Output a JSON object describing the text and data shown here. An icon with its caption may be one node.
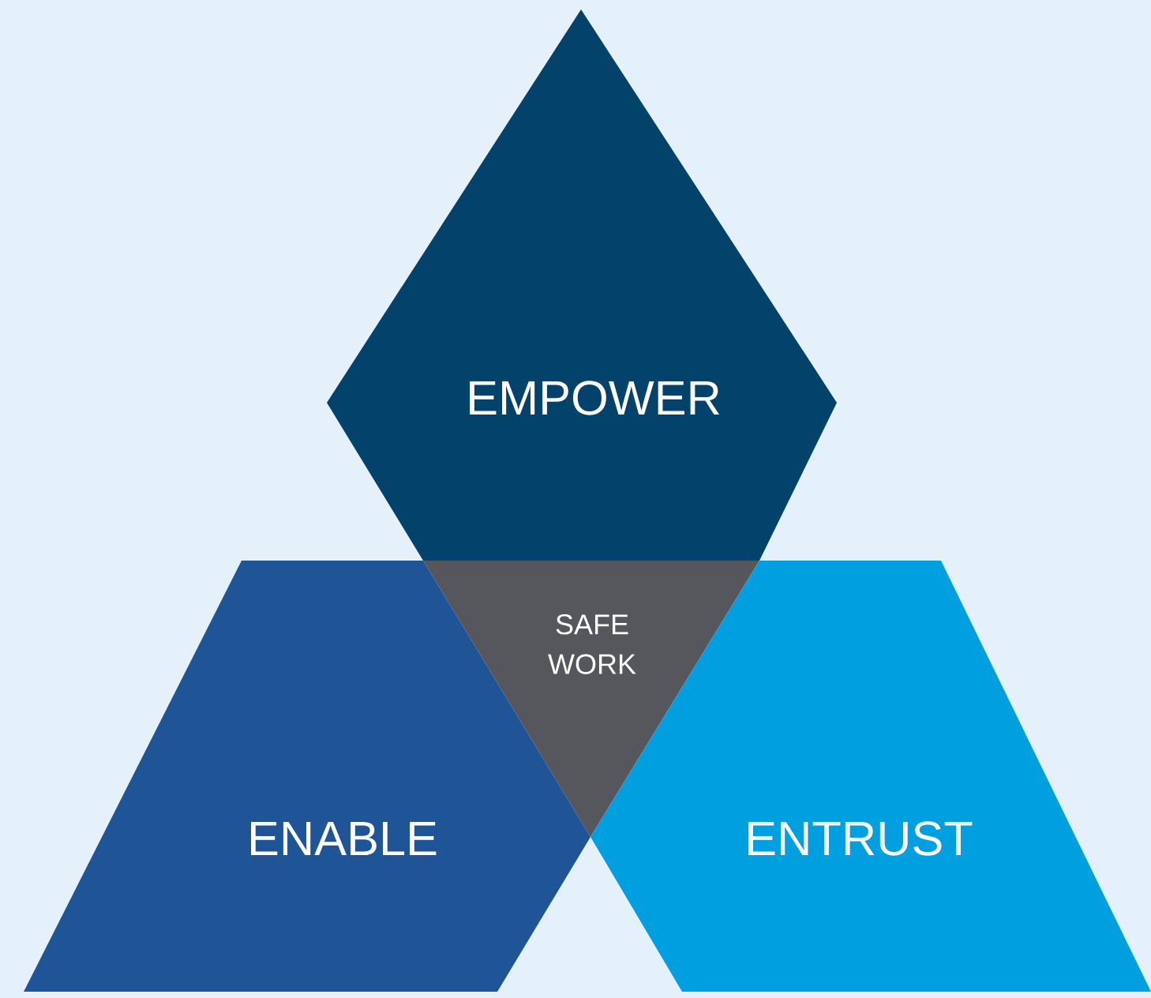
{
  "diagram": {
    "nodes": [
      {
        "text": [
          "EMPOWER"
        ]
      },
      {
        "text": [
          "SAFE WORK"
        ]
      },
      {
        "text": [
          "ENABLE"
        ]
      },
      {
        "text": [
          "ENTRUST"
        ]
      }
    ]
  }
}
